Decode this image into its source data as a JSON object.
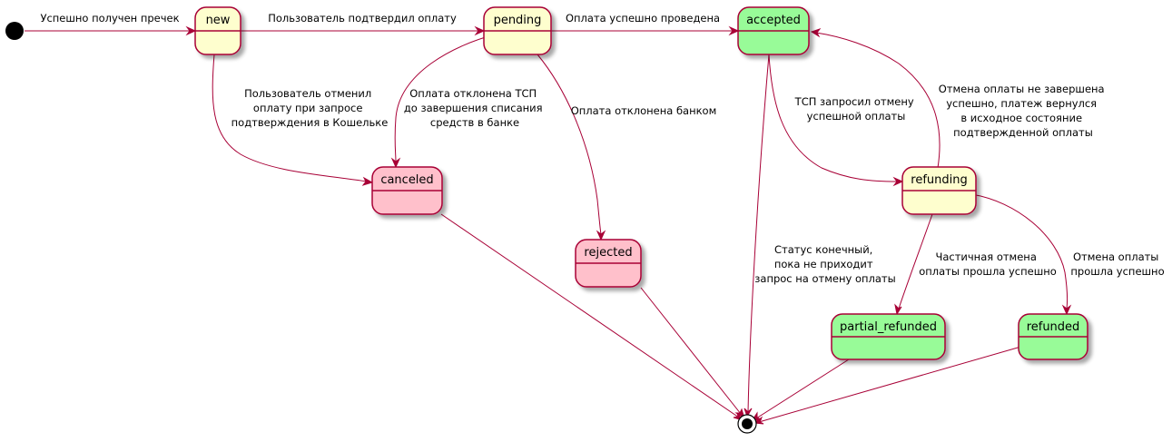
{
  "colors": {
    "border": "#A80036",
    "state_default": "#FEFECE",
    "state_success": "#98FB98",
    "state_failed": "#FFC0CB",
    "initial_node": "#000000"
  },
  "states": {
    "new": {
      "label": "new",
      "fill": "#FEFECE"
    },
    "pending": {
      "label": "pending",
      "fill": "#FEFECE"
    },
    "accepted": {
      "label": "accepted",
      "fill": "#98FB98"
    },
    "canceled": {
      "label": "canceled",
      "fill": "#FFC0CB"
    },
    "rejected": {
      "label": "rejected",
      "fill": "#FFC0CB"
    },
    "refunding": {
      "label": "refunding",
      "fill": "#FEFECE"
    },
    "partial_refunded": {
      "label": "partial_refunded",
      "fill": "#98FB98"
    },
    "refunded": {
      "label": "refunded",
      "fill": "#98FB98"
    }
  },
  "transitions": [
    {
      "from": "initial",
      "to": "new",
      "lines": [
        "Успешно получен пречек"
      ]
    },
    {
      "from": "new",
      "to": "pending",
      "lines": [
        "Пользователь подтвердил оплату"
      ]
    },
    {
      "from": "pending",
      "to": "accepted",
      "lines": [
        "Оплата успешно проведена"
      ]
    },
    {
      "from": "new",
      "to": "canceled",
      "lines": [
        "Пользователь отменил",
        "оплату при запросе",
        "подтверждения в Кошельке"
      ]
    },
    {
      "from": "pending",
      "to": "canceled",
      "lines": [
        "Оплата отклонена ТСП",
        "до завершения списания",
        "средств в банке"
      ]
    },
    {
      "from": "pending",
      "to": "rejected",
      "lines": [
        "Оплата отклонена банком"
      ]
    },
    {
      "from": "accepted",
      "to": "refunding",
      "lines": [
        "ТСП запросил отмену",
        "успешной оплаты"
      ]
    },
    {
      "from": "refunding",
      "to": "accepted",
      "lines": [
        "Отмена оплаты не завершена",
        "успешно, платеж вернулся",
        "в исходное состояние",
        "подтвержденной оплаты"
      ]
    },
    {
      "from": "accepted",
      "to": "final",
      "lines": [
        "Статус конечный,",
        "пока не приходит",
        "запрос на отмену оплаты"
      ]
    },
    {
      "from": "refunding",
      "to": "partial_refunded",
      "lines": [
        "Частичная отмена",
        "оплаты прошла успешно"
      ]
    },
    {
      "from": "refunding",
      "to": "refunded",
      "lines": [
        "Отмена оплаты",
        "прошла успешно"
      ]
    },
    {
      "from": "canceled",
      "to": "final",
      "lines": []
    },
    {
      "from": "rejected",
      "to": "final",
      "lines": []
    },
    {
      "from": "partial_refunded",
      "to": "final",
      "lines": []
    },
    {
      "from": "refunded",
      "to": "final",
      "lines": []
    }
  ]
}
